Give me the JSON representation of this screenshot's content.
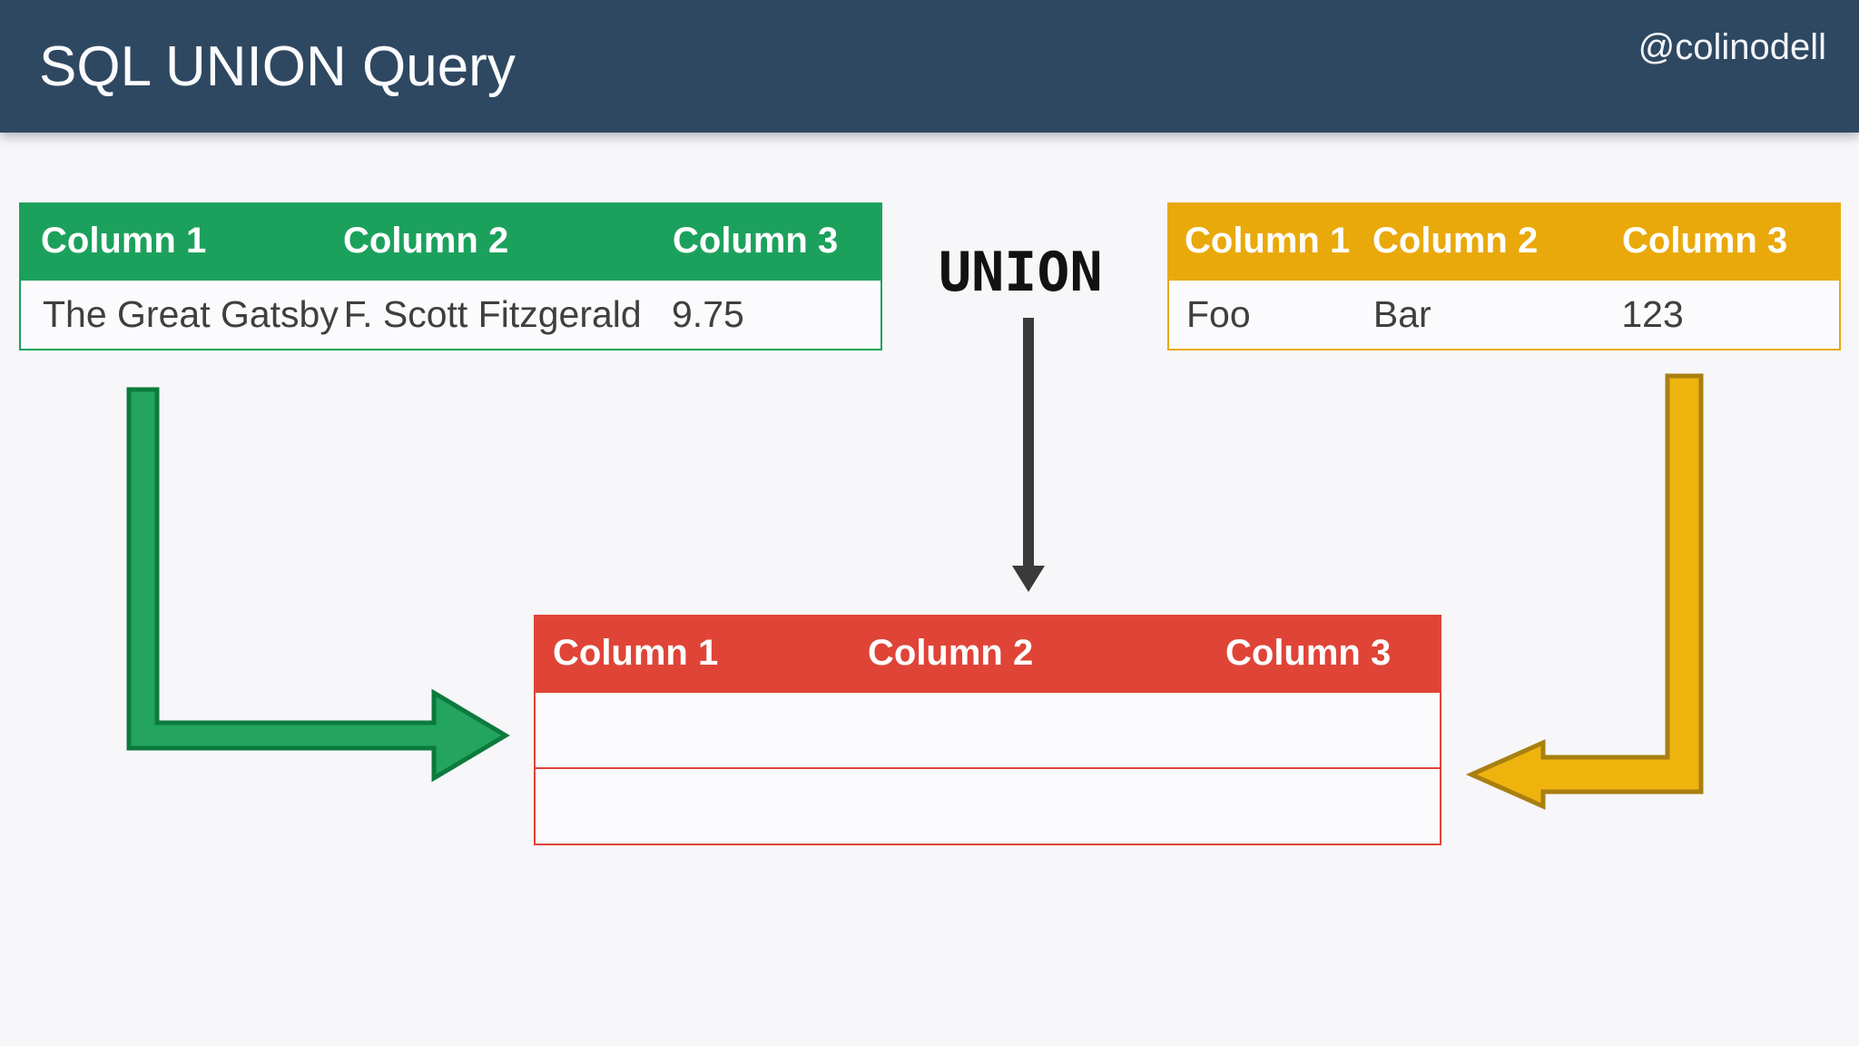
{
  "page": {
    "background": "#F7F6F9"
  },
  "titlebar": {
    "title": "SQL UNION Query",
    "handle": "@colinodell",
    "background": "#2F4861"
  },
  "union": {
    "label": "UNION"
  },
  "colors": {
    "green_header": "#1CA15C",
    "green_arrow_fill": "#23A45F",
    "green_arrow_stroke": "#0C7A3D",
    "yellow_header": "#E9A90B",
    "yellow_arrow_fill": "#EFB30E",
    "yellow_arrow_stroke": "#A97F10",
    "red_header": "#DF4437",
    "union_arrow": "#3A3A3A",
    "body_text": "#3F3F3F"
  },
  "tables": {
    "source_left": {
      "headers": [
        "Column 1",
        "Column 2",
        "Column 3"
      ],
      "rows": [
        [
          "The Great Gatsby",
          "F. Scott Fitzgerald",
          "9.75"
        ]
      ]
    },
    "source_right": {
      "headers": [
        "Column 1",
        "Column 2",
        "Column 3"
      ],
      "rows": [
        [
          "Foo",
          "Bar",
          "123"
        ]
      ]
    },
    "result": {
      "headers": [
        "Column 1",
        "Column 2",
        "Column 3"
      ],
      "rows": [
        [
          "",
          "",
          ""
        ],
        [
          "",
          "",
          ""
        ]
      ]
    }
  }
}
